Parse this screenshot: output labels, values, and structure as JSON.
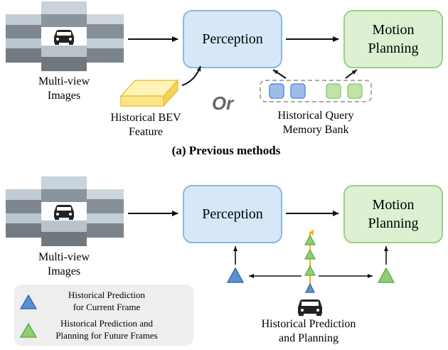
{
  "top_panel": {
    "input_label_line1": "Multi-view",
    "input_label_line2": "Images",
    "perception_label": "Perception",
    "motion_label_line1": "Motion",
    "motion_label_line2": "Planning",
    "bev_label_line1": "Historical BEV",
    "bev_label_line2": "Feature",
    "or_label": "Or",
    "memory_label_line1": "Historical Query",
    "memory_label_line2": "Memory Bank",
    "caption": "(a) Previous methods"
  },
  "bottom_panel": {
    "input_label_line1": "Multi-view",
    "input_label_line2": "Images",
    "perception_label": "Perception",
    "motion_label_line1": "Motion",
    "motion_label_line2": "Planning",
    "hist_label_line1": "Historical Prediction",
    "hist_label_line2": "and Planning",
    "legend": {
      "item1_line1": "Historical Prediction",
      "item1_line2": "for Current Frame",
      "item2_line1": "Historical Prediction and",
      "item2_line2": "Planning for Future Frames"
    }
  },
  "colors": {
    "perception_fill": "#d6e8f7",
    "perception_stroke": "#8cb8e0",
    "motion_fill": "#ddf0d2",
    "motion_stroke": "#9ccf83",
    "blue_marker": "#5b8fd6",
    "green_marker": "#8fce73",
    "bev_fill": "#fde58a",
    "bev_stroke": "#e8c53a",
    "or_color": "#666666",
    "legend_bg": "#eeeeee"
  },
  "icons": [
    "camera-mosaic-icon",
    "car-icon",
    "bev-feature-block-icon",
    "memory-bank-icon",
    "triangle-blue-icon",
    "triangle-green-icon"
  ]
}
